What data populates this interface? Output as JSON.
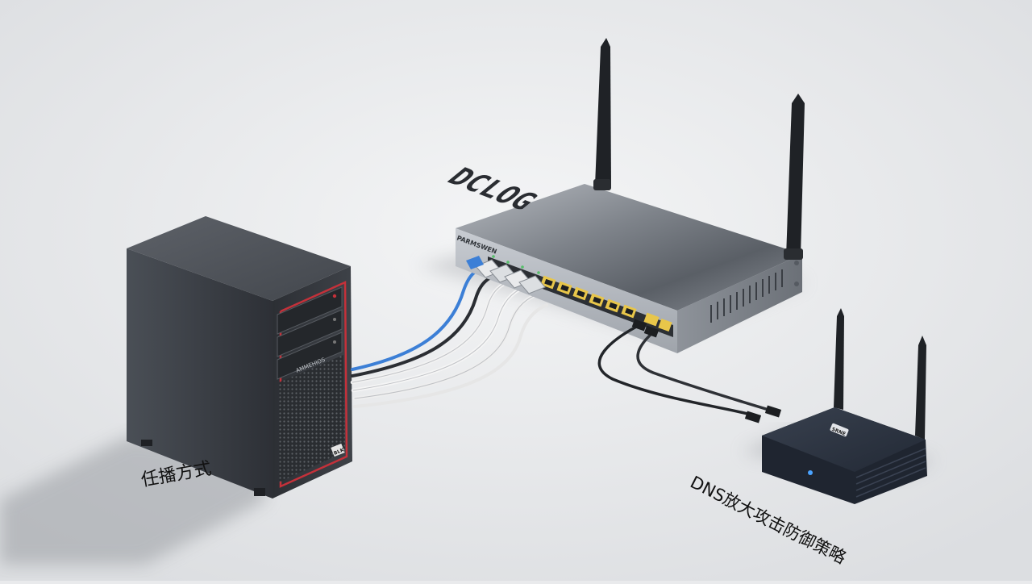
{
  "labels": {
    "left": "任播方式",
    "right": "DNS放大攻击防御策略"
  },
  "devices": {
    "switch_brand": "DCLOG",
    "switch_model_text": "PARMSWEN",
    "tower_badge": "BLK",
    "tower_front_text": "AMMEHIOS",
    "router_badge": "SRNE"
  },
  "colors": {
    "background": "#e9eaec",
    "tower_body": "#3b3f45",
    "switch_top": "#8f949b",
    "router_body": "#2b3242",
    "cable_blue": "#3c7fd6",
    "accent_red": "#c4313a"
  }
}
